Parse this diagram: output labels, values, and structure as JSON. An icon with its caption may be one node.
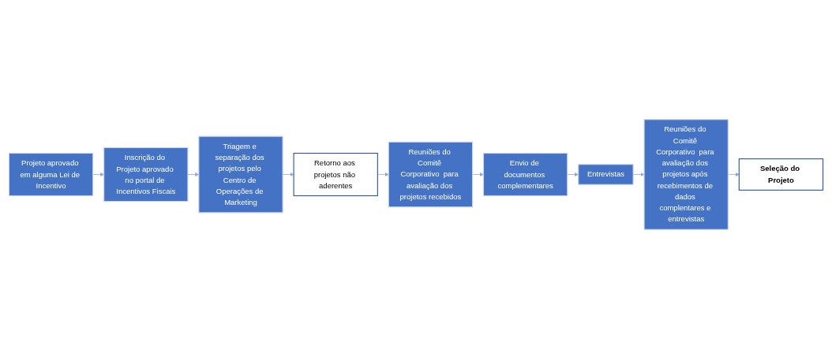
{
  "diagram": {
    "nodes": [
      {
        "text": [
          "Projeto aprovado em alguma Lei de Incentivo"
        ]
      },
      {
        "text": [
          "Inscrição do Projeto aprovado no portal de Incentivos Fiscais"
        ]
      },
      {
        "text": [
          "Triagem e separação dos projetos pelo Centro de Operações de Marketing"
        ]
      },
      {
        "text": [
          "Retorno aos projetos não aderentes"
        ]
      },
      {
        "text": [
          "Reuniões do Comitê Corporativo  para avaliação dos projetos recebidos"
        ]
      },
      {
        "text": [
          "Envio de documentos complementares"
        ]
      },
      {
        "text": [
          "Entrevistas"
        ]
      },
      {
        "text": [
          "Reuniões do Comitê Corporativo  para avaliação dos projetos após recebimentos de dados complentares e entrevistas"
        ]
      },
      {
        "text": [
          "Seleção do Projeto"
        ]
      }
    ],
    "edges": [
      {
        "from": 0,
        "to": 1,
        "arrow": "to"
      },
      {
        "from": 1,
        "to": 2,
        "arrow": "to"
      },
      {
        "from": 2,
        "to": 3,
        "arrow": "to"
      },
      {
        "from": 3,
        "to": 4,
        "arrow": "to"
      },
      {
        "from": 4,
        "to": 5,
        "arrow": "to"
      },
      {
        "from": 5,
        "to": 6,
        "arrow": "to"
      },
      {
        "from": 6,
        "to": 7,
        "arrow": "to"
      },
      {
        "from": 7,
        "to": 8,
        "arrow": "to"
      }
    ]
  }
}
